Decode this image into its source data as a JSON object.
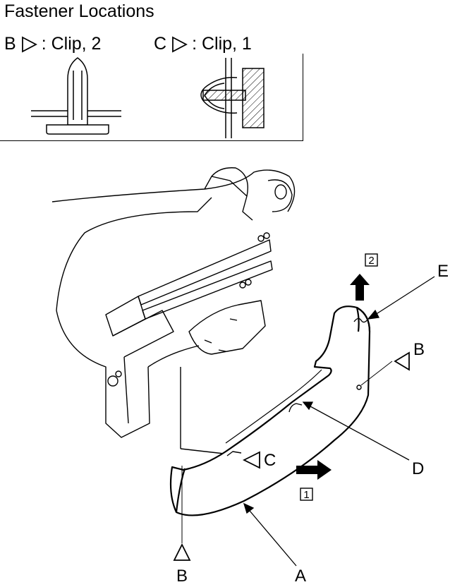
{
  "header": {
    "title": "Fastener Locations"
  },
  "legend": {
    "b": {
      "letter": "B",
      "text": ": Clip, 2"
    },
    "c": {
      "letter": "C",
      "text": ": Clip, 1"
    }
  },
  "callouts": {
    "a": "A",
    "b_top": "B",
    "b_bottom": "B",
    "c": "C",
    "d": "D",
    "e": "E"
  },
  "steps": {
    "one": "1",
    "two": "2"
  }
}
